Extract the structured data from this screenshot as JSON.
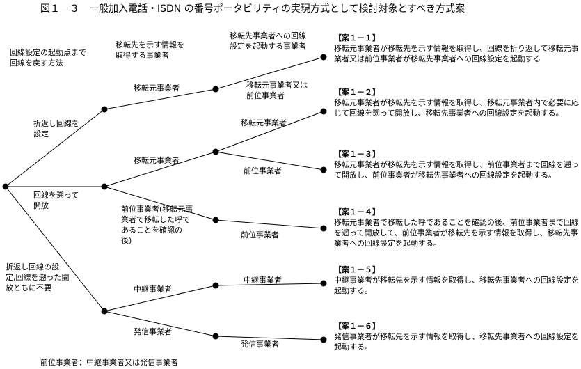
{
  "title": "図１－３　一般加入電話・ISDN の番号ポータビリティの実現方式として検討対象とすべき方式案",
  "column_headers": {
    "level1": "回線設定の起動点まで\n回線を戻す方法",
    "level2": "移転先を示す情報を\n取得する事業者",
    "level3": "移転先事業者への回線\n設定を起動する事業者"
  },
  "branches": {
    "fold": "折返し回線を\n設定",
    "retrace": "回線を遡って\n開放",
    "none": "折返し回線の設\n定,回線を遡った開\n放ともに不要"
  },
  "acquirers": {
    "a1": "移転元事業者",
    "a2": "移転元事業者",
    "a3": "前位事業者(移転元事\n業者で移転した呼で\nあることを確認の\n後)",
    "a4": "中継事業者",
    "a5": "発信事業者"
  },
  "starters": {
    "s1": "移転元事業者又は\n前位事業者",
    "s2": "移転元事業者",
    "s3": "前位事業者",
    "s4": "前位事業者",
    "s5": "中継事業者",
    "s6": "発信事業者"
  },
  "options": [
    {
      "heading": "【案１－１】",
      "body": "移転元事業者が移転先を示す情報を取得し、回線を折り返して移転元事業者又は前位事業者が移転先事業者への回線設定を起動する"
    },
    {
      "heading": "【案１－２】",
      "body": "移転元事業者が移転先を示す情報を取得し、移転元事業者内で必要に応じて回線を遡って開放し、移転先事業者への回線設定を起動する。"
    },
    {
      "heading": "【案１－３】",
      "body": "移転元事業者が移転先を示す情報を取得し、前位事業者まで回線を遡って開放し、前位事業者が移転先事業者への回線設定を起動する。"
    },
    {
      "heading": "【案１－４】",
      "body": "移転元事業者で移転した呼であることを確認の後、前位事業者まで回線を遡って開放して、前位事業者が移転先を示す情報を取得し、移転先事業者への回線設定を起動する。"
    },
    {
      "heading": "【案１－５】",
      "body": "中継事業者が移転先を示す情報を取得し、移転先事業者への回線設定を起動する。"
    },
    {
      "heading": "【案１－６】",
      "body": "発信事業者が移転先を示す情報を取得し、移転先事業者への回線設定を起動する。"
    }
  ],
  "footnote": "前位事業者：中継事業者又は発信事業者"
}
